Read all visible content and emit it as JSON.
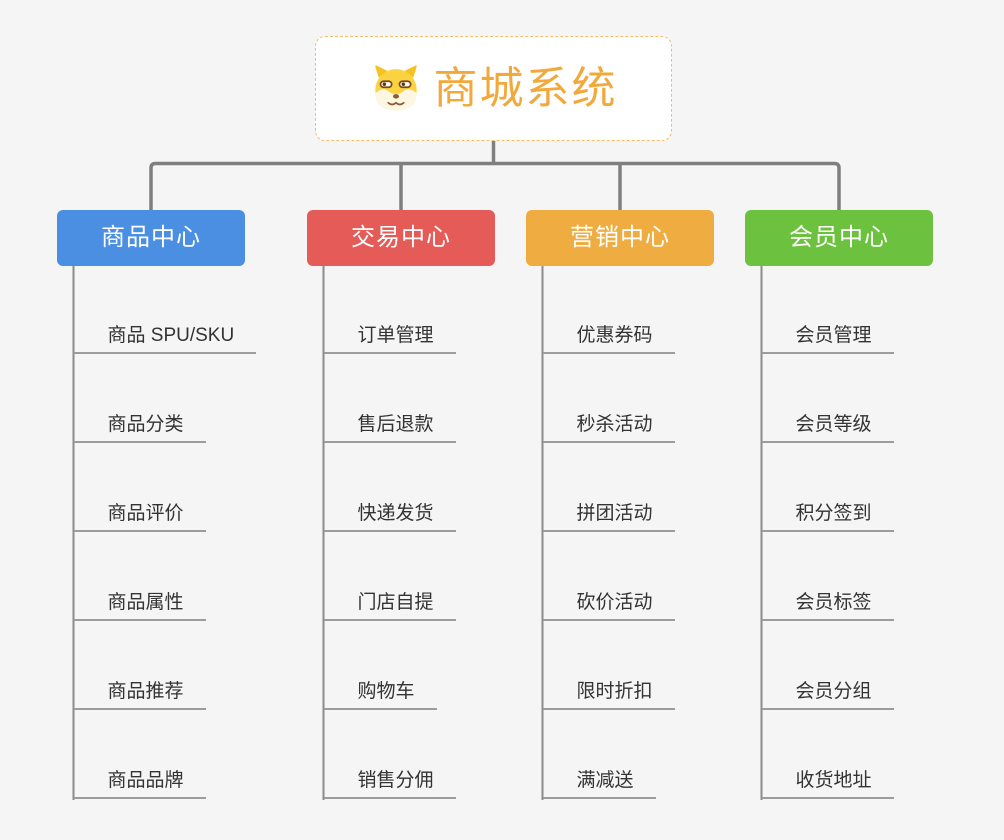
{
  "root": {
    "title": "商城系统",
    "icon": "dog-face-icon",
    "text_color": "#f2a93c",
    "border_color": "#f5bc64",
    "background": "#ffffff"
  },
  "canvas_background": "#f5f5f5",
  "connector_color": "#7f7f7f",
  "trunk_color": "#8c8c8c",
  "underline_color": "#9c9c9c",
  "child_text_color": "#333333",
  "branches": [
    {
      "slug": "product-center",
      "label": "商品中心",
      "color": "#4b8fe2",
      "children": [
        "商品 SPU/SKU",
        "商品分类",
        "商品评价",
        "商品属性",
        "商品推荐",
        "商品品牌"
      ]
    },
    {
      "slug": "trade-center",
      "label": "交易中心",
      "color": "#e45b57",
      "children": [
        "订单管理",
        "售后退款",
        "快递发货",
        "门店自提",
        "购物车",
        "销售分佣"
      ]
    },
    {
      "slug": "marketing-center",
      "label": "营销中心",
      "color": "#efac41",
      "children": [
        "优惠券码",
        "秒杀活动",
        "拼团活动",
        "砍价活动",
        "限时折扣",
        "满减送"
      ]
    },
    {
      "slug": "member-center",
      "label": "会员中心",
      "color": "#6cc13e",
      "children": [
        "会员管理",
        "会员等级",
        "积分签到",
        "会员标签",
        "会员分组",
        "收货地址"
      ]
    }
  ]
}
